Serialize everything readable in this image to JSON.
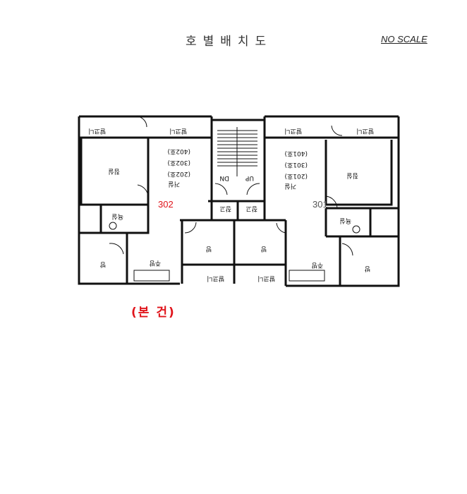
{
  "header": {
    "title": "호별배치도",
    "scale_note": "NO SCALE"
  },
  "plan": {
    "units": [
      {
        "id": "302",
        "color": "#e0141b"
      },
      {
        "id": "301",
        "color": "#555555"
      }
    ],
    "left_unit_numbers": [
      "(402호)",
      "(302호)",
      "(202호)"
    ],
    "right_unit_numbers": [
      "(401호)",
      "(301호)",
      "(201호)"
    ],
    "room_labels": {
      "balcony": "발코니",
      "bedroom": "침실",
      "living": "거실",
      "bath": "욕실",
      "room": "방",
      "kitchen": "주방",
      "storage": "창고",
      "stair_dn": "DN",
      "stair_up": "UP"
    },
    "caption": "(본 건)",
    "caption_color": "#e0141b"
  }
}
